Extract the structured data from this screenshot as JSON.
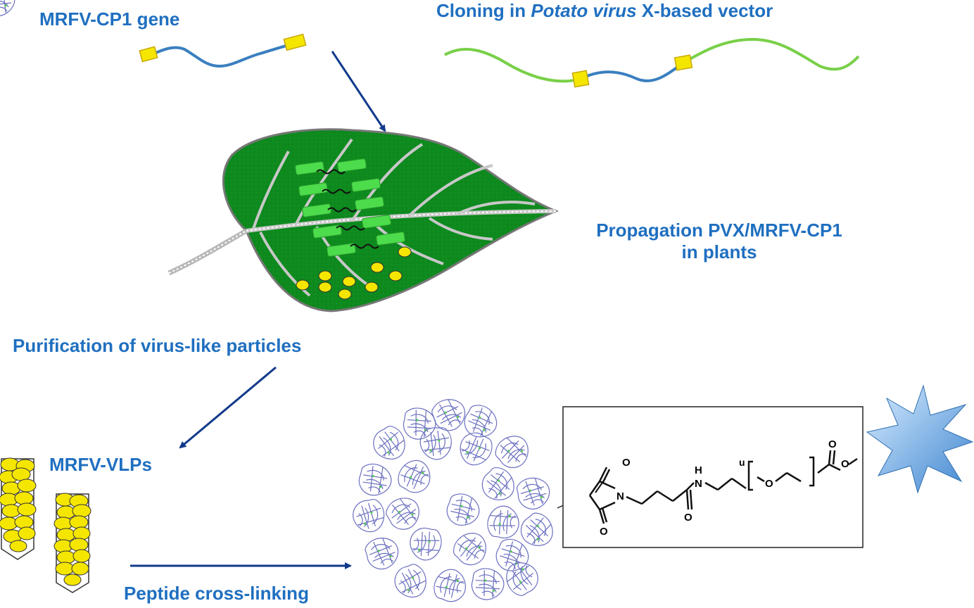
{
  "labels": {
    "gene": "MRFV-CP1 gene",
    "cloning_prefix": "Cloning in ",
    "cloning_italic": "Potato virus",
    "cloning_suffix": " X-based vector",
    "propagation_line1": "Propagation PVX/MRFV-CP1",
    "propagation_line2": "in plants",
    "purification": "Purification of virus-like particles",
    "vlps": "MRFV-VLPs",
    "crosslinking": "Peptide cross-linking"
  },
  "chem_atoms": {
    "o_top": "O",
    "o_bottom": "O",
    "n_ring": "N",
    "n_amide": "N",
    "h_amide": "H",
    "o_amide": "O",
    "n_repeat": "u",
    "o_ether": "O",
    "o_ester_carbonyl": "O",
    "o_ester": "O"
  },
  "colors": {
    "label_blue": "#1f6fc0",
    "gene_blue": "#3a7fc0",
    "vector_green": "#78d048",
    "marker_yellow": "#f5e600",
    "leaf_green": "#0e8a1e",
    "arrow_navy": "#123a8a",
    "protein_purple": "#5a5fb8",
    "star_blue": "#5a9ad8"
  },
  "icons": {
    "leaf": "leaf-illustration",
    "vlp": "vlp-cone-icon",
    "capsid": "protein-capsid-structure",
    "star": "burst-star-icon"
  }
}
